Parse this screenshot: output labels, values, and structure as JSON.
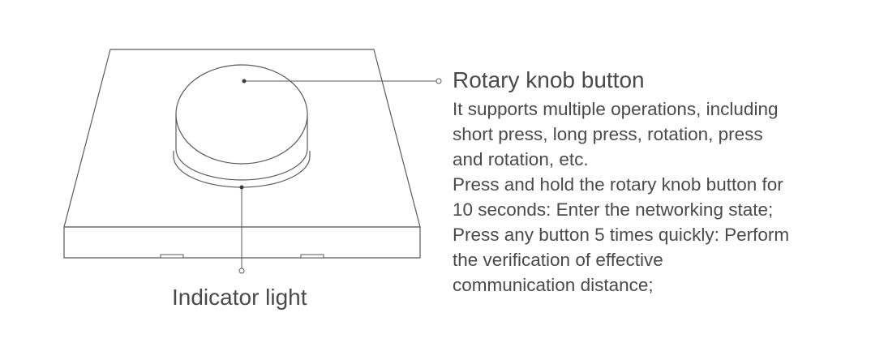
{
  "callouts": {
    "rotary_knob": {
      "title": "Rotary knob button",
      "description_lines": [
        "It supports multiple operations, including",
        "short press, long press, rotation, press",
        "and rotation, etc.",
        "Press and hold the rotary knob button for",
        "10 seconds: Enter the networking state;",
        "Press any button 5 times quickly: Perform",
        "the verification of effective",
        "communication distance;"
      ]
    },
    "indicator_light": {
      "title": "Indicator light"
    }
  },
  "colors": {
    "line": "#5a5a5a",
    "text": "#4a4a4a",
    "background": "#ffffff"
  }
}
